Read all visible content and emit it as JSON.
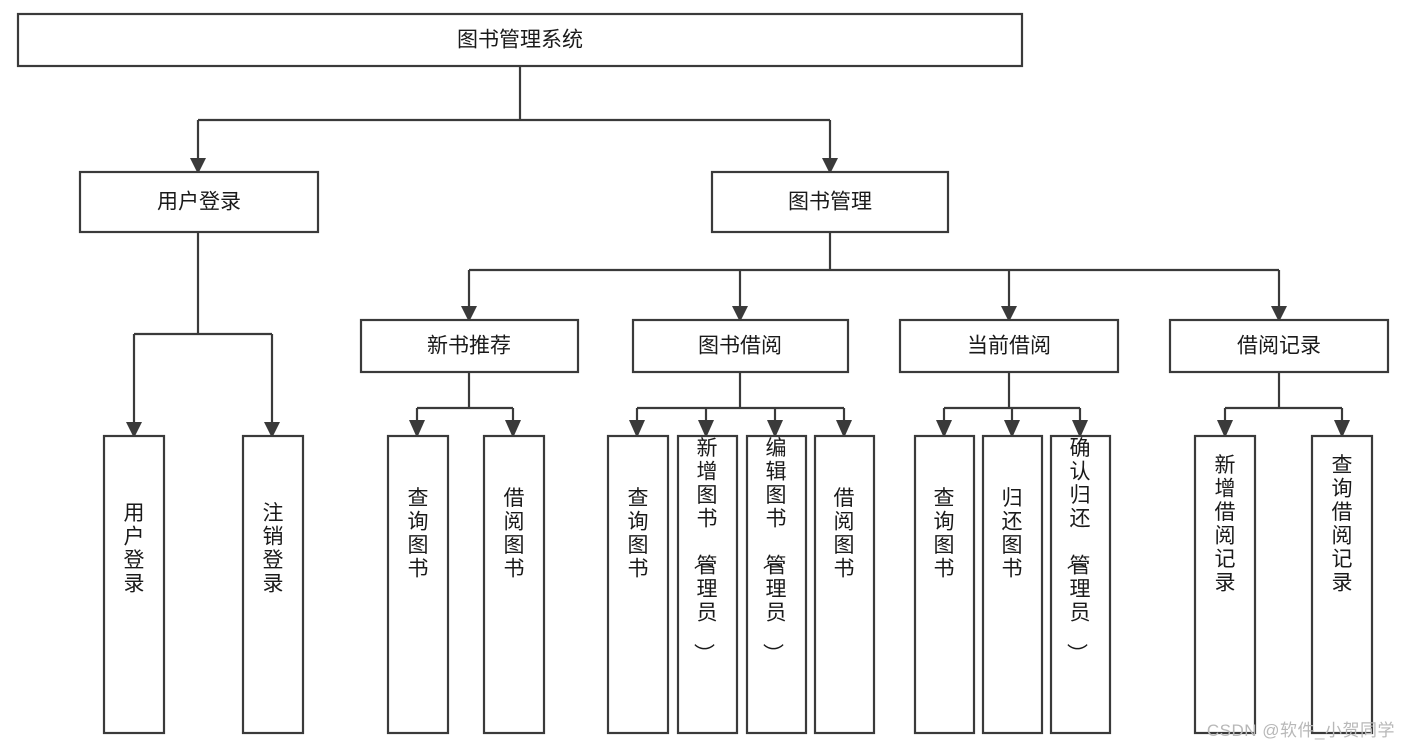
{
  "diagram": {
    "title": "图书管理系统",
    "type": "tree-hierarchy-diagram",
    "colors": {
      "box_stroke": "#3a3a3a",
      "box_fill": "#ffffff",
      "text": "#1a1a1a",
      "background": "#ffffff",
      "watermark": "#b8b8b8"
    },
    "root": {
      "label": "图书管理系统"
    },
    "level2": [
      {
        "label": "用户登录"
      },
      {
        "label": "图书管理"
      }
    ],
    "level3": [
      {
        "label": "新书推荐"
      },
      {
        "label": "图书借阅"
      },
      {
        "label": "当前借阅"
      },
      {
        "label": "借阅记录"
      }
    ],
    "leaves": {
      "user_login": [
        {
          "label": "用户登录"
        },
        {
          "label": "注销登录"
        }
      ],
      "new_book_recommend": [
        {
          "label": "查询图书"
        },
        {
          "label": "借阅图书"
        }
      ],
      "book_borrow": [
        {
          "label": "查询图书"
        },
        {
          "label": "新增图书（管理员）"
        },
        {
          "label": "编辑图书（管理员）"
        },
        {
          "label": "借阅图书"
        }
      ],
      "current_borrow": [
        {
          "label": "查询图书"
        },
        {
          "label": "归还图书"
        },
        {
          "label": "确认归还（管理员）"
        }
      ],
      "borrow_record": [
        {
          "label": "新增借阅记录"
        },
        {
          "label": "查询借阅记录"
        }
      ]
    }
  },
  "watermark": {
    "text": "CSDN @软件_小贺同学"
  }
}
